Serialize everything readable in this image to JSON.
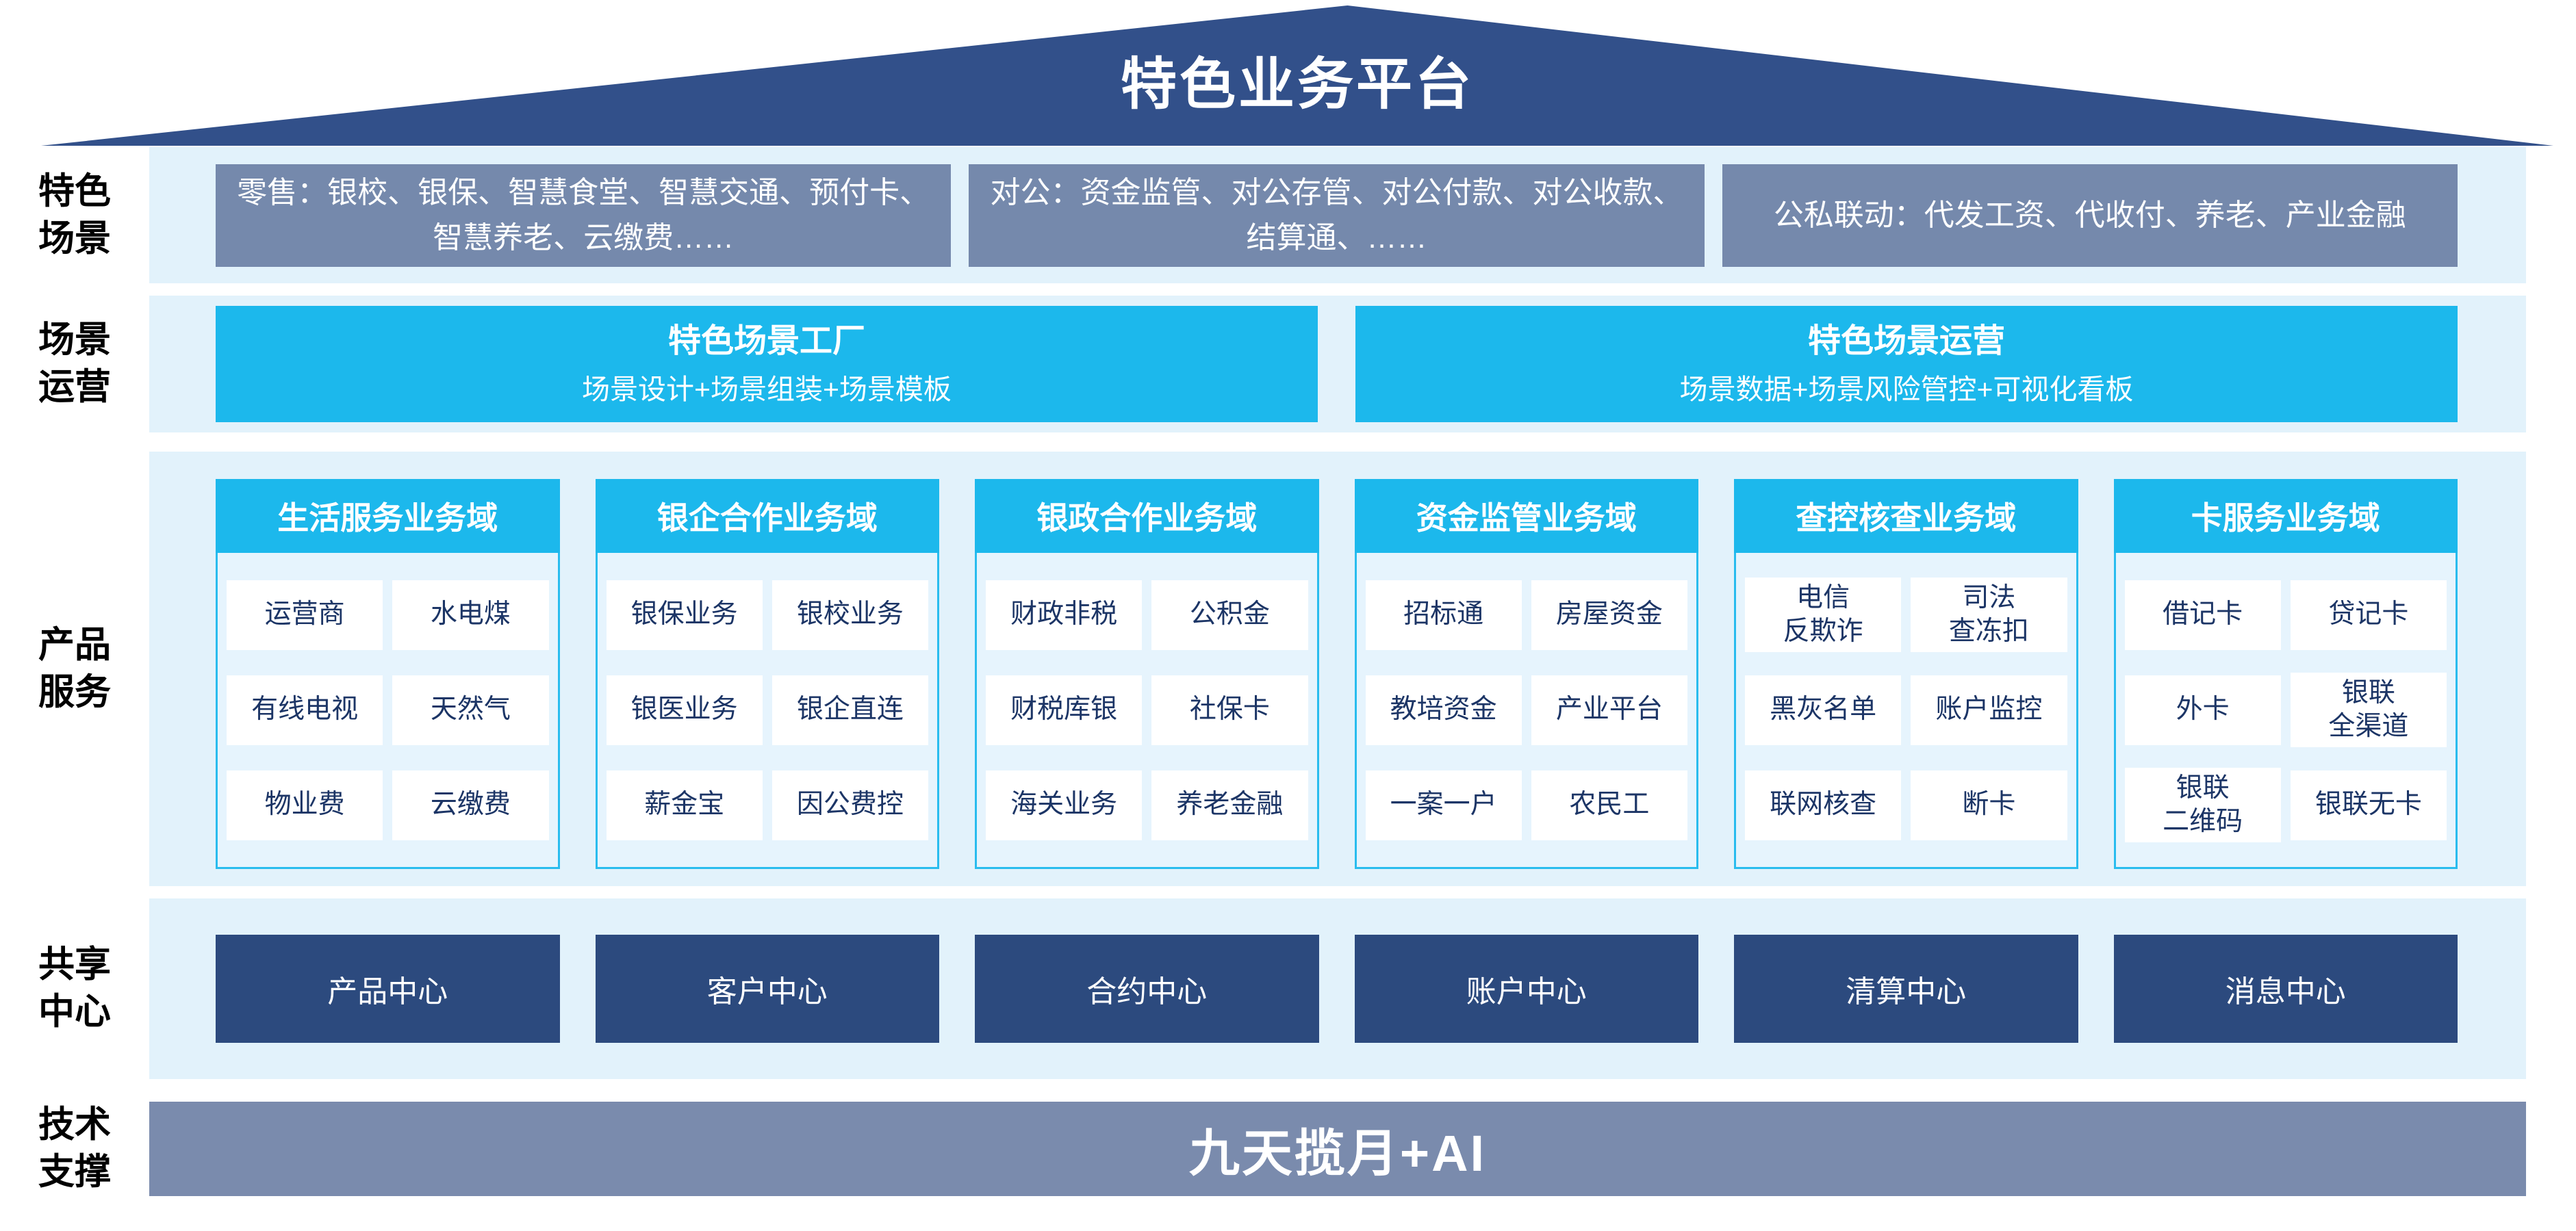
{
  "platform": {
    "title": "特色业务平台"
  },
  "side_labels": {
    "scenes": "特色\n场景",
    "operations": "场景\n运营",
    "products": "产品\n服务",
    "shared": "共享\n中心",
    "tech": "技术\n支撑"
  },
  "scenes": {
    "items": [
      "零售：银校、银保、智慧食堂、智慧交通、预付卡、智慧养老、云缴费……",
      "对公：资金监管、对公存管、对公付款、对公收款、结算通、……",
      "公私联动：代发工资、代收付、养老、产业金融"
    ]
  },
  "operations": {
    "factory": {
      "title": "特色场景工厂",
      "subtitle": "场景设计+场景组装+场景模板"
    },
    "operation": {
      "title": "特色场景运营",
      "subtitle": "场景数据+场景风险管控+可视化看板"
    }
  },
  "products": {
    "columns": [
      {
        "header": "生活服务业务域",
        "cells": [
          "运营商",
          "水电煤",
          "有线电视",
          "天然气",
          "物业费",
          "云缴费"
        ]
      },
      {
        "header": "银企合作业务域",
        "cells": [
          "银保业务",
          "银校业务",
          "银医业务",
          "银企直连",
          "薪金宝",
          "因公费控"
        ]
      },
      {
        "header": "银政合作业务域",
        "cells": [
          "财政非税",
          "公积金",
          "财税库银",
          "社保卡",
          "海关业务",
          "养老金融"
        ]
      },
      {
        "header": "资金监管业务域",
        "cells": [
          "招标通",
          "房屋资金",
          "教培资金",
          "产业平台",
          "一案一户",
          "农民工"
        ]
      },
      {
        "header": "查控核查业务域",
        "cells": [
          "电信\n反欺诈",
          "司法\n查冻扣",
          "黑灰名单",
          "账户监控",
          "联网核查",
          "断卡"
        ]
      },
      {
        "header": "卡服务业务域",
        "cells": [
          "借记卡",
          "贷记卡",
          "外卡",
          "银联\n全渠道",
          "银联\n二维码",
          "银联无卡"
        ]
      }
    ]
  },
  "shared_centers": [
    "产品中心",
    "客户中心",
    "合约中心",
    "账户中心",
    "清算中心",
    "消息中心"
  ],
  "tech_support": {
    "label": "九天揽月+AI"
  },
  "colors": {
    "navy": "#32508A",
    "navy-box": "#2C4A7E",
    "steel": "#7589AC",
    "steel-bar": "#7A8BAD",
    "cyan": "#1CB8EC",
    "band-bg": "#E2F2FB",
    "panel-bg": "#E6F4FD",
    "panel-border": "#29BCEE",
    "cell-text": "#1C3566"
  }
}
